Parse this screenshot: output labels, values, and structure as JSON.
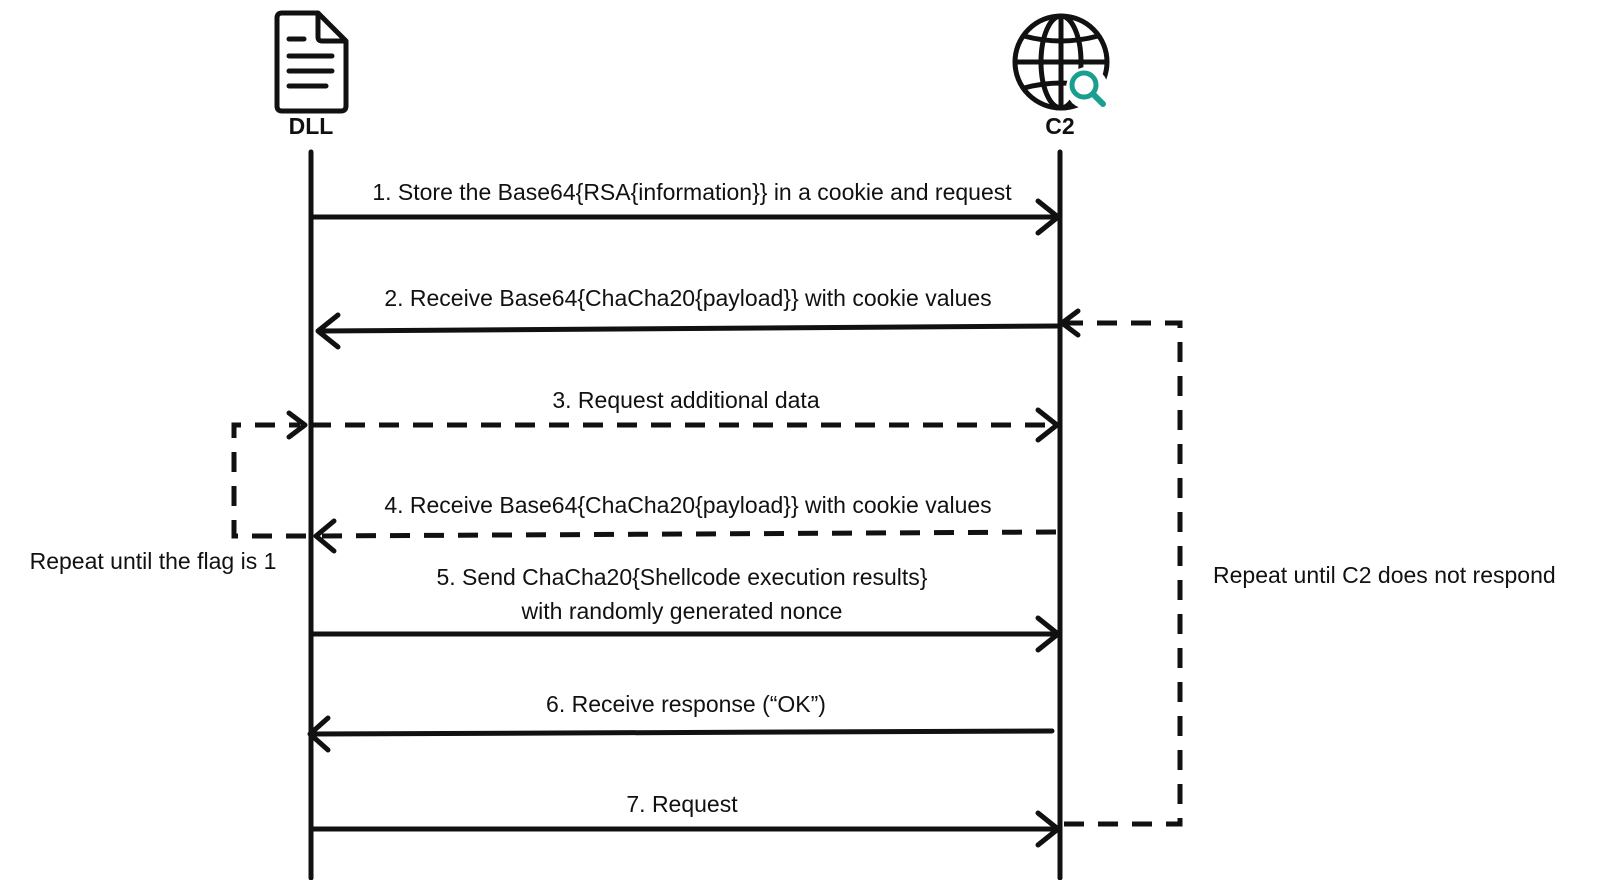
{
  "actors": {
    "left": {
      "label": "DLL",
      "icon": "document-icon"
    },
    "right": {
      "label": "C2",
      "icon": "globe-search-icon",
      "accent": "#1a9e8f"
    }
  },
  "messages": [
    {
      "label": "1. Store the Base64{RSA{information}} in a cookie and request",
      "direction": "to-c2",
      "style": "solid"
    },
    {
      "label": "2. Receive Base64{ChaCha20{payload}} with cookie values",
      "direction": "to-dll",
      "style": "solid"
    },
    {
      "label": "3. Request additional data",
      "direction": "to-c2",
      "style": "dashed"
    },
    {
      "label": "4. Receive Base64{ChaCha20{payload}} with cookie values",
      "direction": "to-dll",
      "style": "dashed"
    },
    {
      "label_line1": "5. Send ChaCha20{Shellcode execution results}",
      "label_line2": "with randomly generated nonce",
      "direction": "to-c2",
      "style": "solid"
    },
    {
      "label": "6. Receive response (“OK”)",
      "direction": "to-dll",
      "style": "solid"
    },
    {
      "label": "7. Request",
      "direction": "to-c2",
      "style": "solid"
    }
  ],
  "loops": {
    "left": {
      "label": "Repeat until the flag is 1",
      "style": "dashed"
    },
    "right": {
      "label": "Repeat until C2 does not respond",
      "style": "dashed"
    }
  }
}
